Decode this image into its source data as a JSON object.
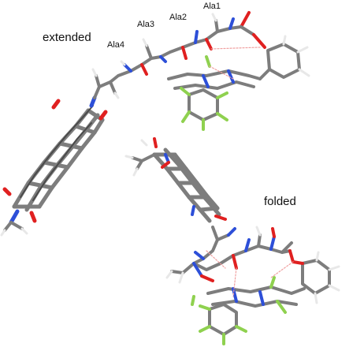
{
  "labels": {
    "extended": "extended",
    "folded": "folded",
    "ala1": "Ala1",
    "ala2": "Ala2",
    "ala3": "Ala3",
    "ala4": "Ala4"
  },
  "colors": {
    "carbon": "#8a8a8a",
    "carbon_dark": "#5a5a5a",
    "hydrogen": "#f2f2f2",
    "nitrogen": "#2d4fd8",
    "oxygen": "#e02020",
    "fluorine": "#8fd14f",
    "hbond": "#f0a0a0"
  }
}
